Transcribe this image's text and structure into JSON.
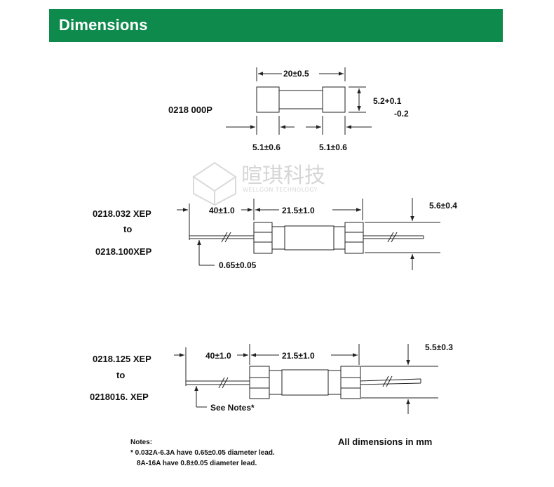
{
  "header": {
    "title": "Dimensions"
  },
  "watermark": {
    "text": "暄琪科技",
    "subtext": "WELLGON TECHNOLOGY"
  },
  "fig1": {
    "part": "0218 000P",
    "overall": "20±0.5",
    "diameter_top": "5.2+0.1",
    "diameter_bottom": "-0.2",
    "cap_left": "5.1±0.6",
    "cap_right": "5.1±0.6"
  },
  "fig2": {
    "part_from": "0218.032 XEP",
    "to": "to",
    "part_to": "0218.100XEP",
    "lead_length": "40±1.0",
    "body_length": "21.5±1.0",
    "diameter": "5.6±0.4",
    "lead_diameter": "0.65±0.05"
  },
  "fig3": {
    "part_from": "0218.125 XEP",
    "to": "to",
    "part_to": "0218016. XEP",
    "lead_length": "40±1.0",
    "body_length": "21.5±1.0",
    "diameter": "5.5±0.3",
    "see_notes": "See Notes*"
  },
  "notes": {
    "title": "Notes:",
    "line1": "* 0.032A-6.3A have 0.65±0.05 diameter lead.",
    "line2": "8A-16A have 0.8±0.05 diameter lead."
  },
  "units_note": "All dimensions in mm",
  "colors": {
    "header_bg": "#0e8a4d",
    "header_text": "#ffffff",
    "ink": "#222222"
  }
}
